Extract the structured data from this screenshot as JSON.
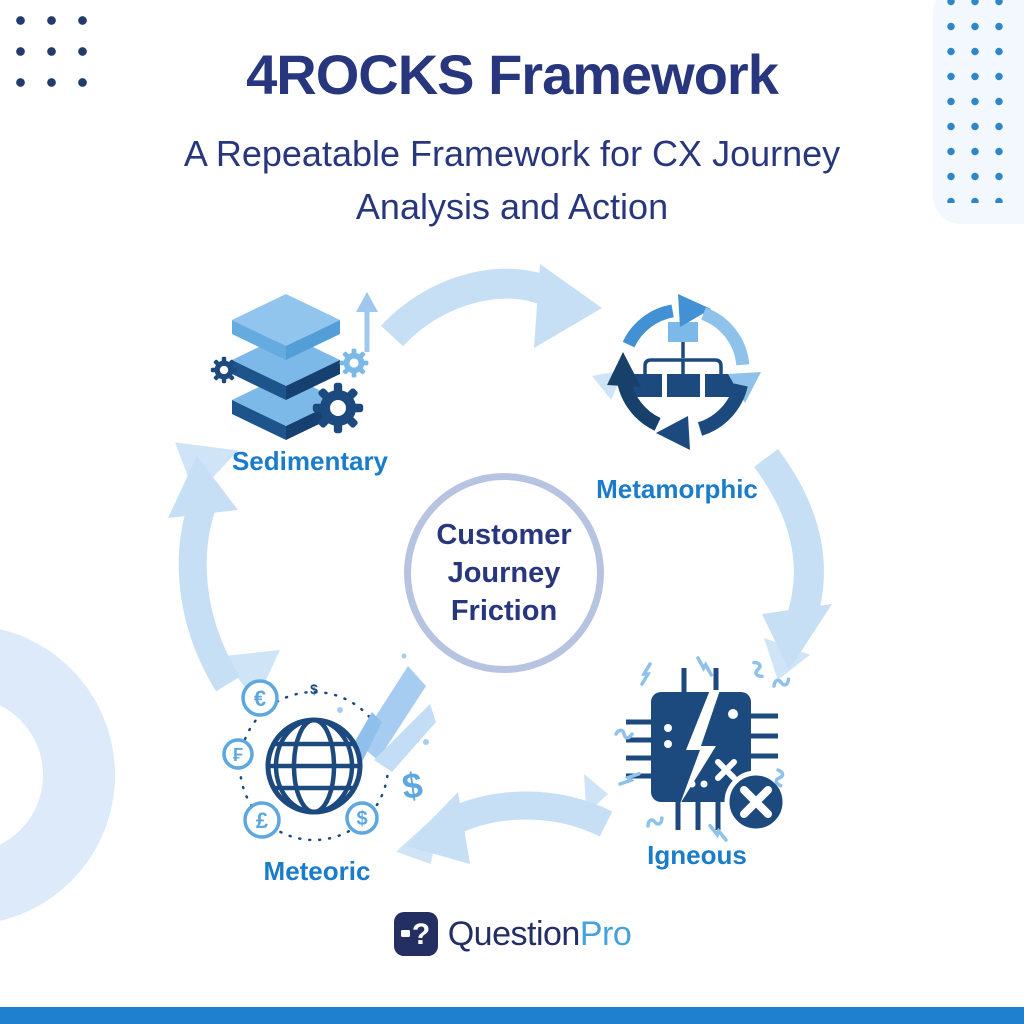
{
  "page": {
    "title": "4ROCKS Framework",
    "subtitle_line1": "A Repeatable Framework for CX Journey",
    "subtitle_line2": "Analysis and Action"
  },
  "cycle": {
    "center": {
      "line1": "Customer",
      "line2": "Journey",
      "line3": "Friction"
    },
    "stages": [
      {
        "label": "Sedimentary",
        "icon": "layered-rocks-gears-icon"
      },
      {
        "label": "Metamorphic",
        "icon": "cycle-arrows-org-chart-icon"
      },
      {
        "label": "Igneous",
        "icon": "broken-chip-error-icon"
      },
      {
        "label": "Meteoric",
        "icon": "globe-currency-comet-icon",
        "tokens": [
          "€",
          "₣",
          "£",
          "$",
          "$",
          "$"
        ]
      }
    ]
  },
  "footer": {
    "brand_primary": "Question",
    "brand_secondary": "Pro",
    "logo_glyph": "?"
  },
  "colors": {
    "navy_text": "#28367d",
    "label_blue": "#1b7cc9",
    "icon_dark": "#1d4a7e",
    "icon_light": "#7cb9e8",
    "arc_light": "#c6dff5",
    "footer_bar": "#1f80cf"
  }
}
